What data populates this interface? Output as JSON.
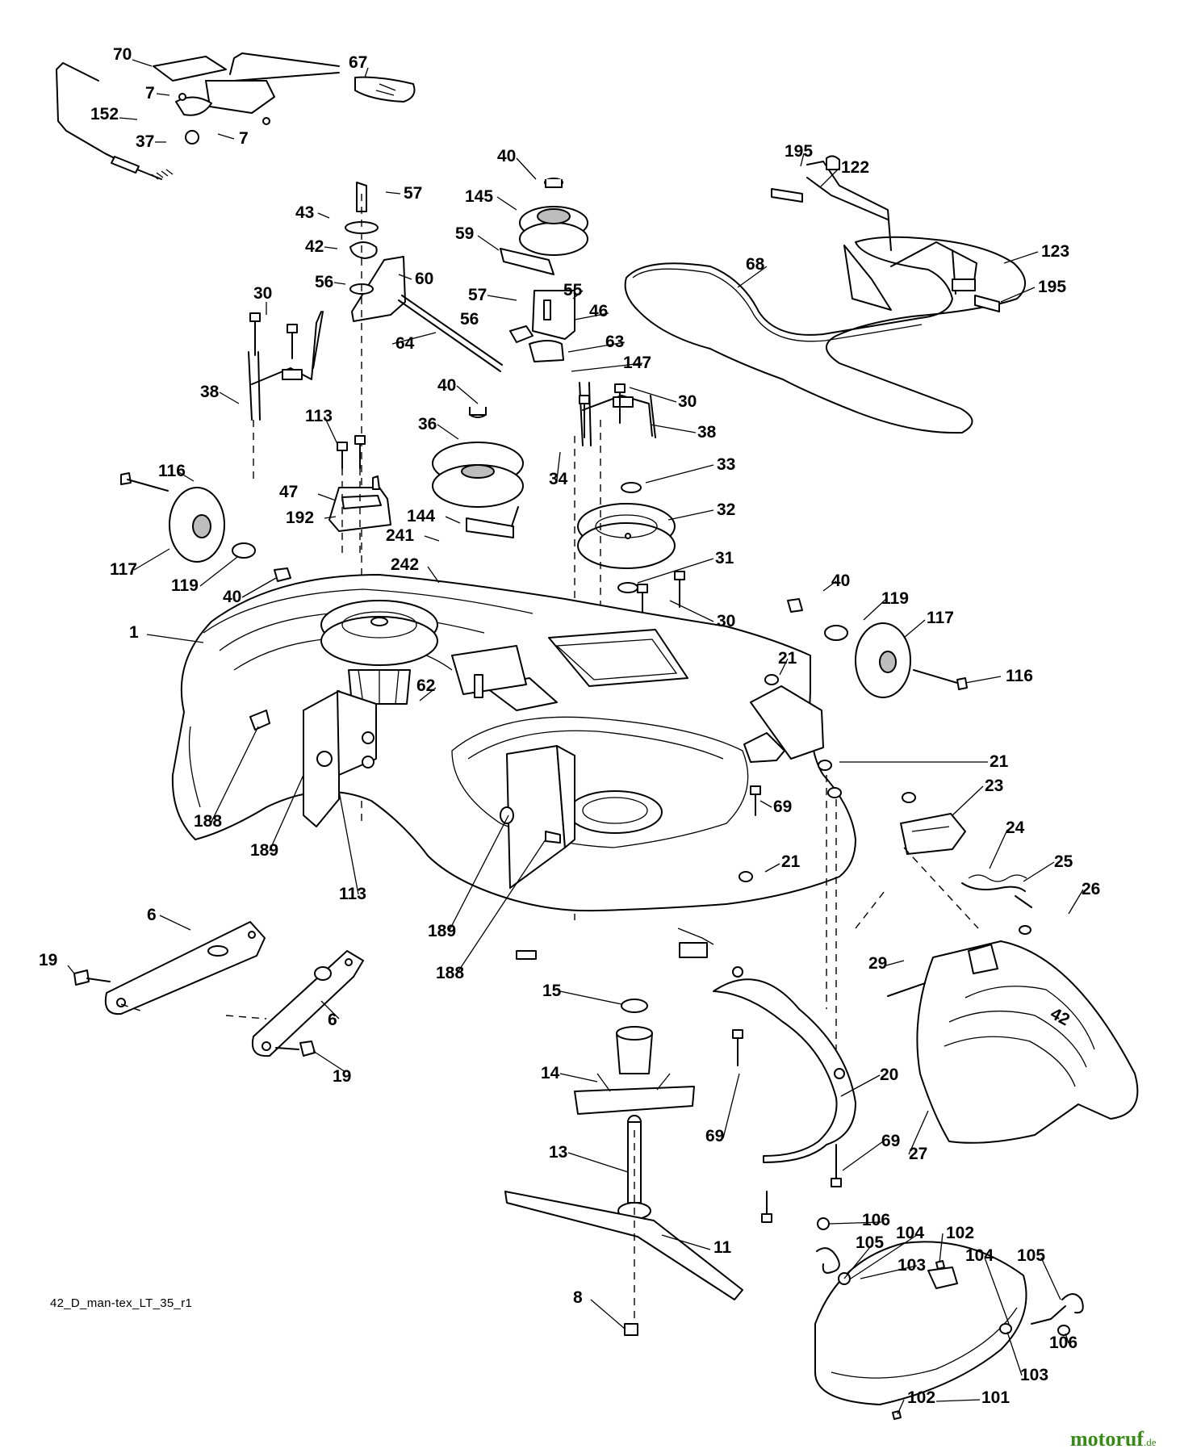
{
  "diagram": {
    "reference_code": "42_D_man-tex_LT_35_r1",
    "watermark": {
      "name": "motoruf",
      "suffix": ".de",
      "color": "#3a8a17"
    },
    "deck_badge": "42",
    "callouts": [
      {
        "id": "70",
        "label": "70"
      },
      {
        "id": "67",
        "label": "67"
      },
      {
        "id": "7a",
        "label": "7"
      },
      {
        "id": "7b",
        "label": "7"
      },
      {
        "id": "152",
        "label": "152"
      },
      {
        "id": "37",
        "label": "37"
      },
      {
        "id": "57a",
        "label": "57"
      },
      {
        "id": "43",
        "label": "43"
      },
      {
        "id": "42",
        "label": "42"
      },
      {
        "id": "60",
        "label": "60"
      },
      {
        "id": "56a",
        "label": "56"
      },
      {
        "id": "30a",
        "label": "30"
      },
      {
        "id": "64",
        "label": "64"
      },
      {
        "id": "38a",
        "label": "38"
      },
      {
        "id": "113a",
        "label": "113"
      },
      {
        "id": "116a",
        "label": "116"
      },
      {
        "id": "47",
        "label": "47"
      },
      {
        "id": "192",
        "label": "192"
      },
      {
        "id": "117a",
        "label": "117"
      },
      {
        "id": "119a",
        "label": "119"
      },
      {
        "id": "40a",
        "label": "40"
      },
      {
        "id": "40b",
        "label": "40"
      },
      {
        "id": "145",
        "label": "145"
      },
      {
        "id": "59",
        "label": "59"
      },
      {
        "id": "57b",
        "label": "57"
      },
      {
        "id": "55",
        "label": "55"
      },
      {
        "id": "46",
        "label": "46"
      },
      {
        "id": "56b",
        "label": "56"
      },
      {
        "id": "63",
        "label": "63"
      },
      {
        "id": "147",
        "label": "147"
      },
      {
        "id": "40c",
        "label": "40"
      },
      {
        "id": "36",
        "label": "36"
      },
      {
        "id": "30b",
        "label": "30"
      },
      {
        "id": "38b",
        "label": "38"
      },
      {
        "id": "34",
        "label": "34"
      },
      {
        "id": "33",
        "label": "33"
      },
      {
        "id": "32",
        "label": "32"
      },
      {
        "id": "144",
        "label": "144"
      },
      {
        "id": "241",
        "label": "241"
      },
      {
        "id": "31",
        "label": "31"
      },
      {
        "id": "242",
        "label": "242"
      },
      {
        "id": "30c",
        "label": "30"
      },
      {
        "id": "195a",
        "label": "195"
      },
      {
        "id": "122",
        "label": "122"
      },
      {
        "id": "68",
        "label": "68"
      },
      {
        "id": "123",
        "label": "123"
      },
      {
        "id": "195b",
        "label": "195"
      },
      {
        "id": "40d",
        "label": "40"
      },
      {
        "id": "119b",
        "label": "119"
      },
      {
        "id": "117b",
        "label": "117"
      },
      {
        "id": "116b",
        "label": "116"
      },
      {
        "id": "1",
        "label": "1"
      },
      {
        "id": "62",
        "label": "62"
      },
      {
        "id": "21a",
        "label": "21"
      },
      {
        "id": "21b",
        "label": "21"
      },
      {
        "id": "23",
        "label": "23"
      },
      {
        "id": "69a",
        "label": "69"
      },
      {
        "id": "24",
        "label": "24"
      },
      {
        "id": "25",
        "label": "25"
      },
      {
        "id": "21c",
        "label": "21"
      },
      {
        "id": "26",
        "label": "26"
      },
      {
        "id": "188a",
        "label": "188"
      },
      {
        "id": "189a",
        "label": "189"
      },
      {
        "id": "113b",
        "label": "113"
      },
      {
        "id": "189b",
        "label": "189"
      },
      {
        "id": "188b",
        "label": "188"
      },
      {
        "id": "6a",
        "label": "6"
      },
      {
        "id": "19a",
        "label": "19"
      },
      {
        "id": "6b",
        "label": "6"
      },
      {
        "id": "19b",
        "label": "19"
      },
      {
        "id": "15",
        "label": "15"
      },
      {
        "id": "29",
        "label": "29"
      },
      {
        "id": "14",
        "label": "14"
      },
      {
        "id": "20",
        "label": "20"
      },
      {
        "id": "27",
        "label": "27"
      },
      {
        "id": "69b",
        "label": "69"
      },
      {
        "id": "69c",
        "label": "69"
      },
      {
        "id": "13",
        "label": "13"
      },
      {
        "id": "106a",
        "label": "106"
      },
      {
        "id": "105a",
        "label": "105"
      },
      {
        "id": "104a",
        "label": "104"
      },
      {
        "id": "102a",
        "label": "102"
      },
      {
        "id": "103a",
        "label": "103"
      },
      {
        "id": "104b",
        "label": "104"
      },
      {
        "id": "105b",
        "label": "105"
      },
      {
        "id": "11",
        "label": "11"
      },
      {
        "id": "8",
        "label": "8"
      },
      {
        "id": "106b",
        "label": "106"
      },
      {
        "id": "103b",
        "label": "103"
      },
      {
        "id": "101",
        "label": "101"
      },
      {
        "id": "102b",
        "label": "102"
      }
    ]
  }
}
